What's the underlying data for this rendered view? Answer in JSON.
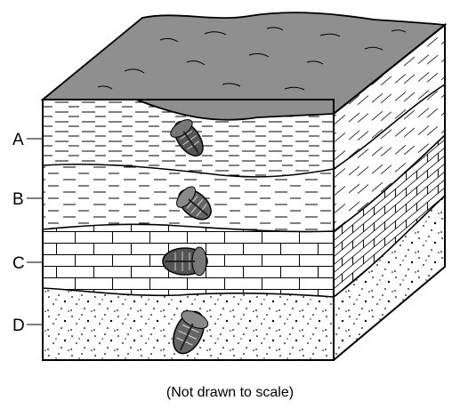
{
  "layers": [
    {
      "label": "A",
      "rock": "shale"
    },
    {
      "label": "B",
      "rock": "sandstone with dashes"
    },
    {
      "label": "C",
      "rock": "limestone"
    },
    {
      "label": "D",
      "rock": "dotted sandstone"
    }
  ],
  "caption": "(Not drawn to scale)",
  "fossil_icon": "trilobite-icon",
  "colors": {
    "surface": "#8f8f8f",
    "ink": "#000000"
  }
}
